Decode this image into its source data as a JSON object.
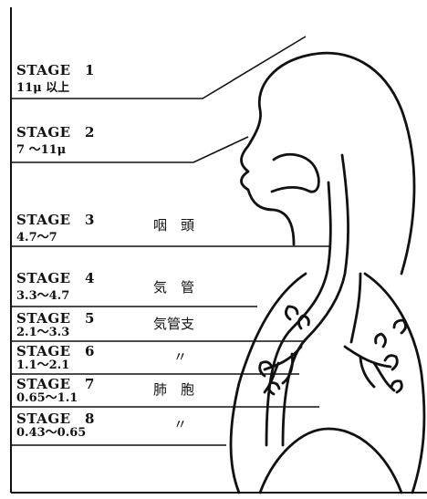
{
  "stages": [
    {
      "name": "STAGE　1",
      "range": "11μ 以上",
      "region": ""
    },
    {
      "name": "STAGE　2",
      "range": "7 ～11μ",
      "region": ""
    },
    {
      "name": "STAGE　3",
      "range": "4.7～7",
      "region": "咽　頭"
    },
    {
      "name": "STAGE　4",
      "range": "3.3～4.7",
      "region": "気　管"
    },
    {
      "name": "STAGE　5",
      "range": "2.1～3.3",
      "region": "気管支"
    },
    {
      "name": "STAGE　6",
      "range": "1.1～2.1",
      "region": "〃"
    },
    {
      "name": "STAGE　7",
      "range": "0.65～1.1",
      "region": "肺　胞"
    },
    {
      "name": "STAGE　8",
      "range": "0.43～0.65",
      "region": "〃"
    }
  ]
}
